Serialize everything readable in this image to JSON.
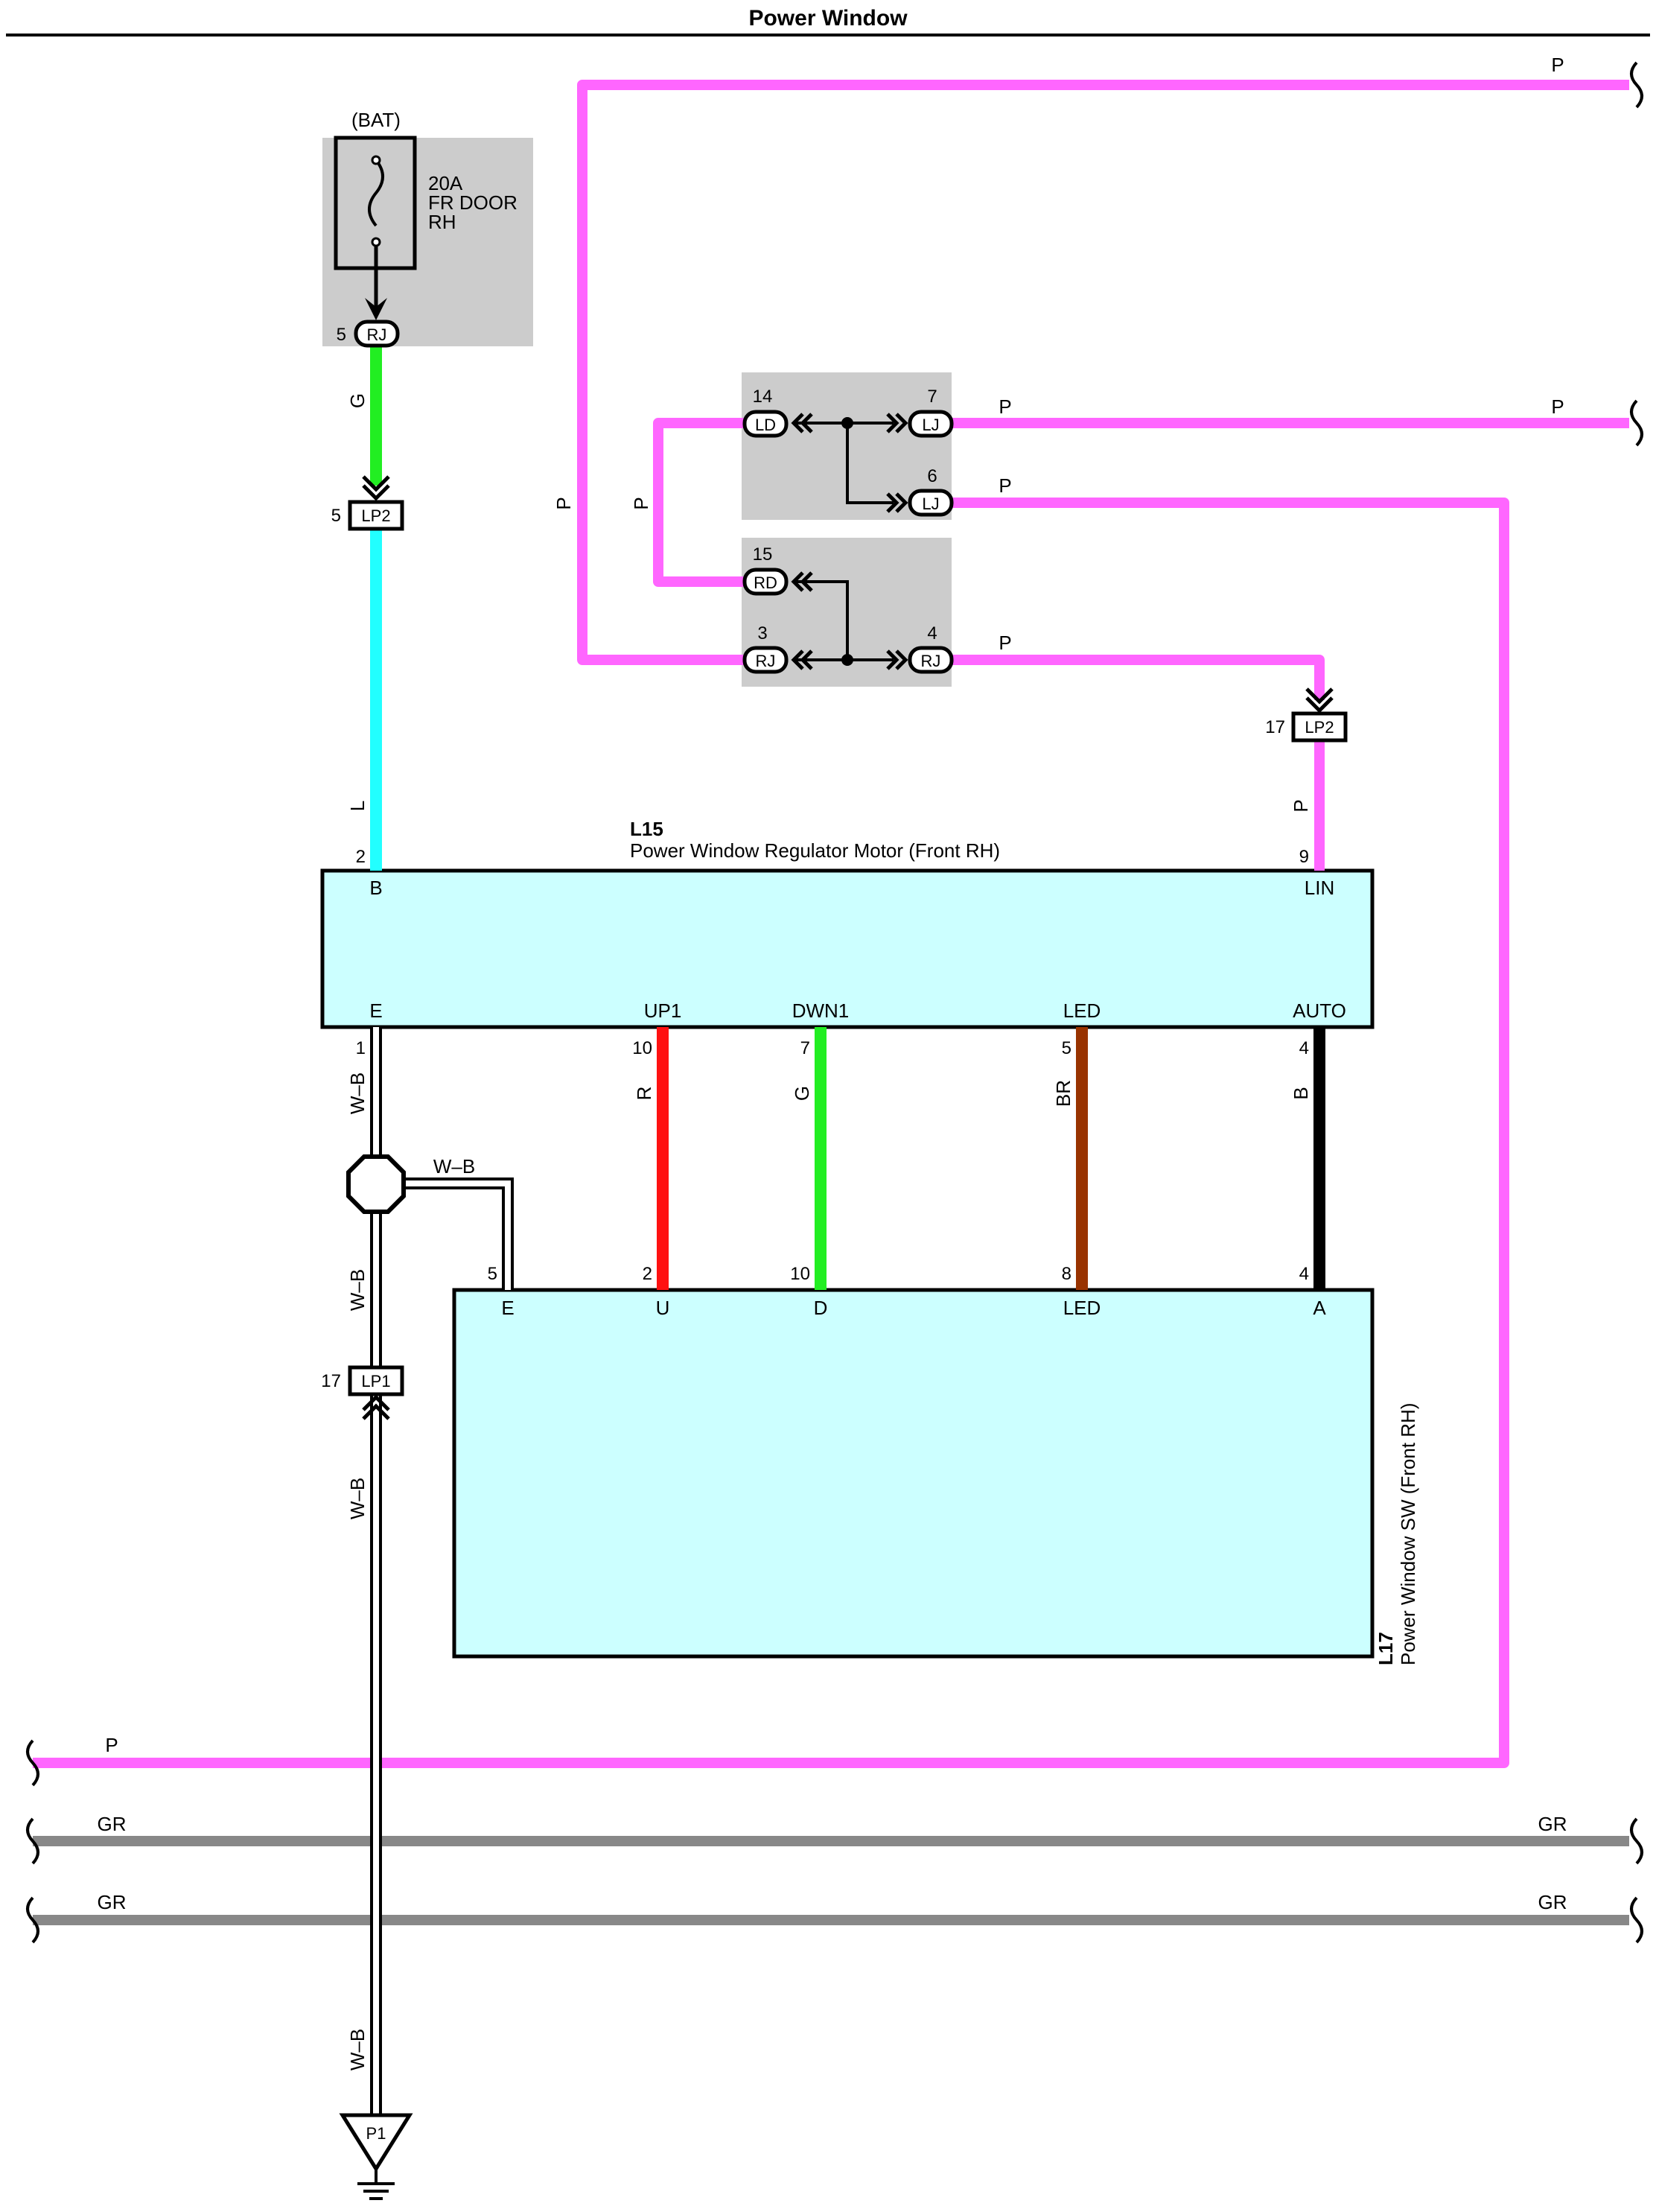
{
  "title": "Power Window",
  "colors": {
    "pink": "#ff66ff",
    "green": "#22ee22",
    "cyan": "#22ffff",
    "red": "#ff1111",
    "brown": "#993300",
    "black": "#000000",
    "gray": "#888888",
    "component_fill": "#ccffff",
    "junction_fill": "#cccccc"
  },
  "battery": {
    "label": "(BAT)"
  },
  "fuse": {
    "amp": "20A",
    "line1": "FR DOOR",
    "line2": "RH"
  },
  "connectors": {
    "rj_top": {
      "pin": "5",
      "name": "RJ"
    },
    "lp2_top": {
      "pin": "5",
      "name": "LP2"
    },
    "lp2_right": {
      "pin": "17",
      "name": "LP2"
    },
    "lp1": {
      "pin": "17",
      "name": "LP1"
    },
    "ground": {
      "name": "P1"
    }
  },
  "junction_block": {
    "ld": {
      "pin": "14",
      "name": "LD"
    },
    "lj7": {
      "pin": "7",
      "name": "LJ"
    },
    "lj6": {
      "pin": "6",
      "name": "LJ"
    },
    "rd": {
      "pin": "15",
      "name": "RD"
    },
    "rj3": {
      "pin": "3",
      "name": "RJ"
    },
    "rj4": {
      "pin": "4",
      "name": "RJ"
    }
  },
  "wire_labels": {
    "p": "P",
    "g": "G",
    "l": "L",
    "wb": "W–B",
    "r": "R",
    "br": "BR",
    "b": "B",
    "gr": "GR"
  },
  "l15": {
    "id": "L15",
    "name": "Power Window Regulator Motor (Front RH)",
    "pins": {
      "b": {
        "num": "2",
        "name": "B"
      },
      "lin": {
        "num": "9",
        "name": "LIN"
      },
      "e": {
        "num": "1",
        "name": "E"
      },
      "up1": {
        "num": "10",
        "name": "UP1"
      },
      "dwn1": {
        "num": "7",
        "name": "DWN1"
      },
      "led": {
        "num": "5",
        "name": "LED"
      },
      "auto": {
        "num": "4",
        "name": "AUTO"
      }
    }
  },
  "l17": {
    "id": "L17",
    "name": "Power Window SW (Front RH)",
    "pins": {
      "e": {
        "num": "5",
        "name": "E"
      },
      "u": {
        "num": "2",
        "name": "U"
      },
      "d": {
        "num": "10",
        "name": "D"
      },
      "led": {
        "num": "8",
        "name": "LED"
      },
      "a": {
        "num": "4",
        "name": "A"
      }
    }
  }
}
